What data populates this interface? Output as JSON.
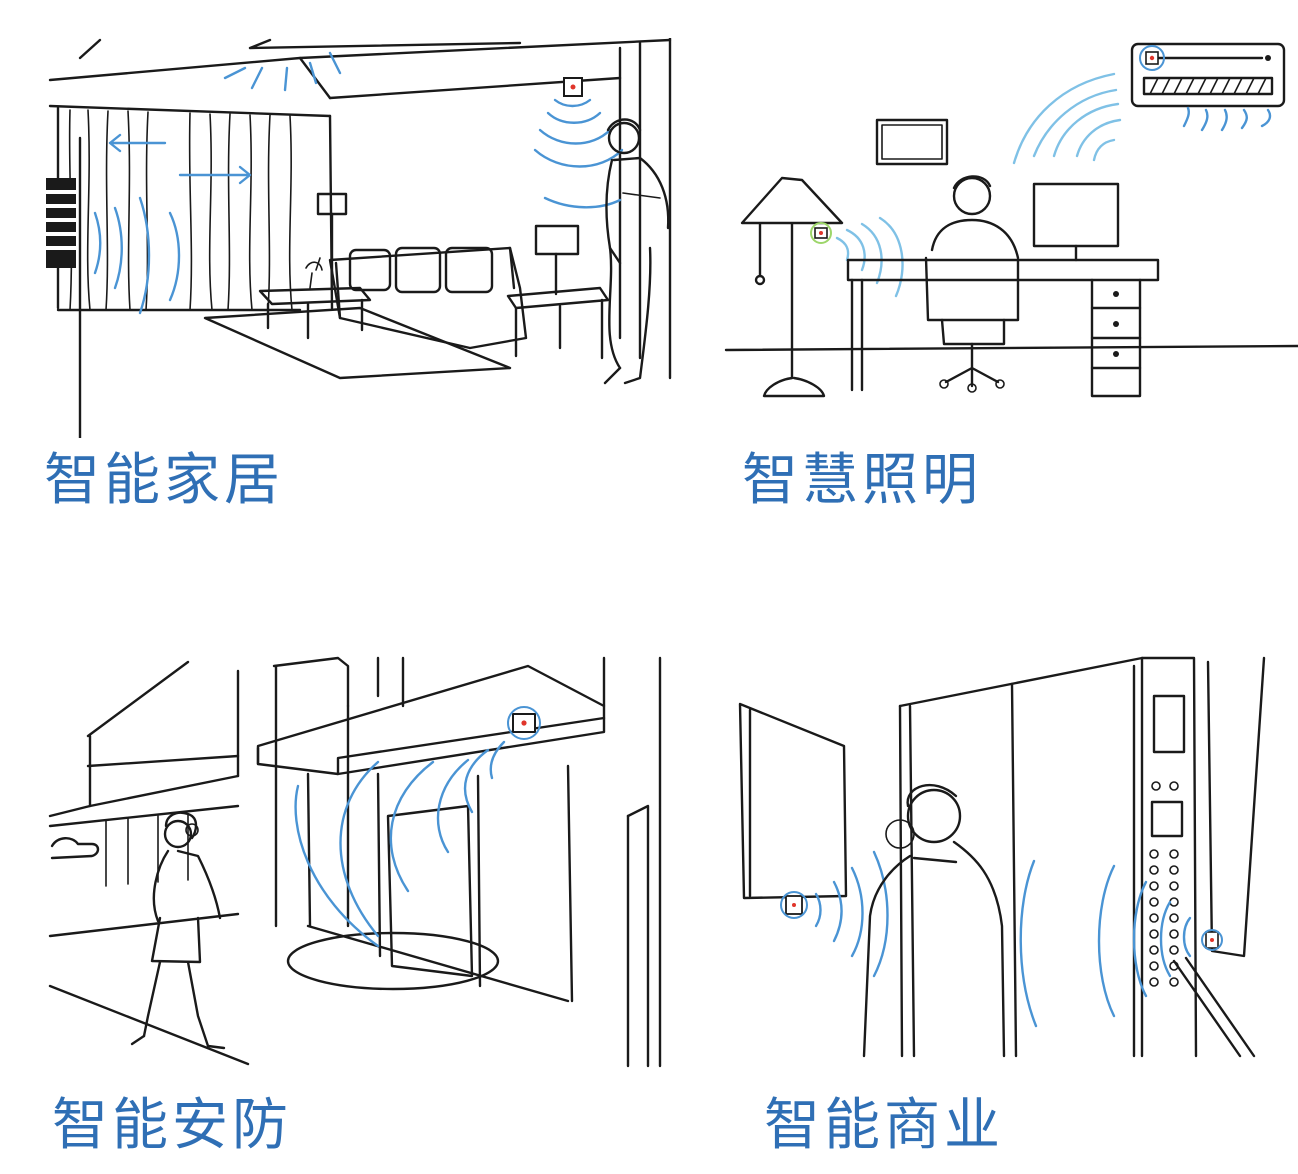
{
  "scenes": [
    {
      "id": "smart-home",
      "label": "智能家居"
    },
    {
      "id": "smart-lighting",
      "label": "智慧照明"
    },
    {
      "id": "smart-security",
      "label": "智能安防"
    },
    {
      "id": "smart-commerce",
      "label": "智能商业"
    }
  ],
  "colors": {
    "caption_blue": "#2f6fb5",
    "wave_blue": "#4a94d4",
    "wave_light": "#7fc1e6",
    "ink": "#1a1a1a",
    "sensor_red": "#e0352b",
    "background": "#ffffff"
  },
  "icons": [
    "sensor-icon",
    "wave-icon"
  ]
}
